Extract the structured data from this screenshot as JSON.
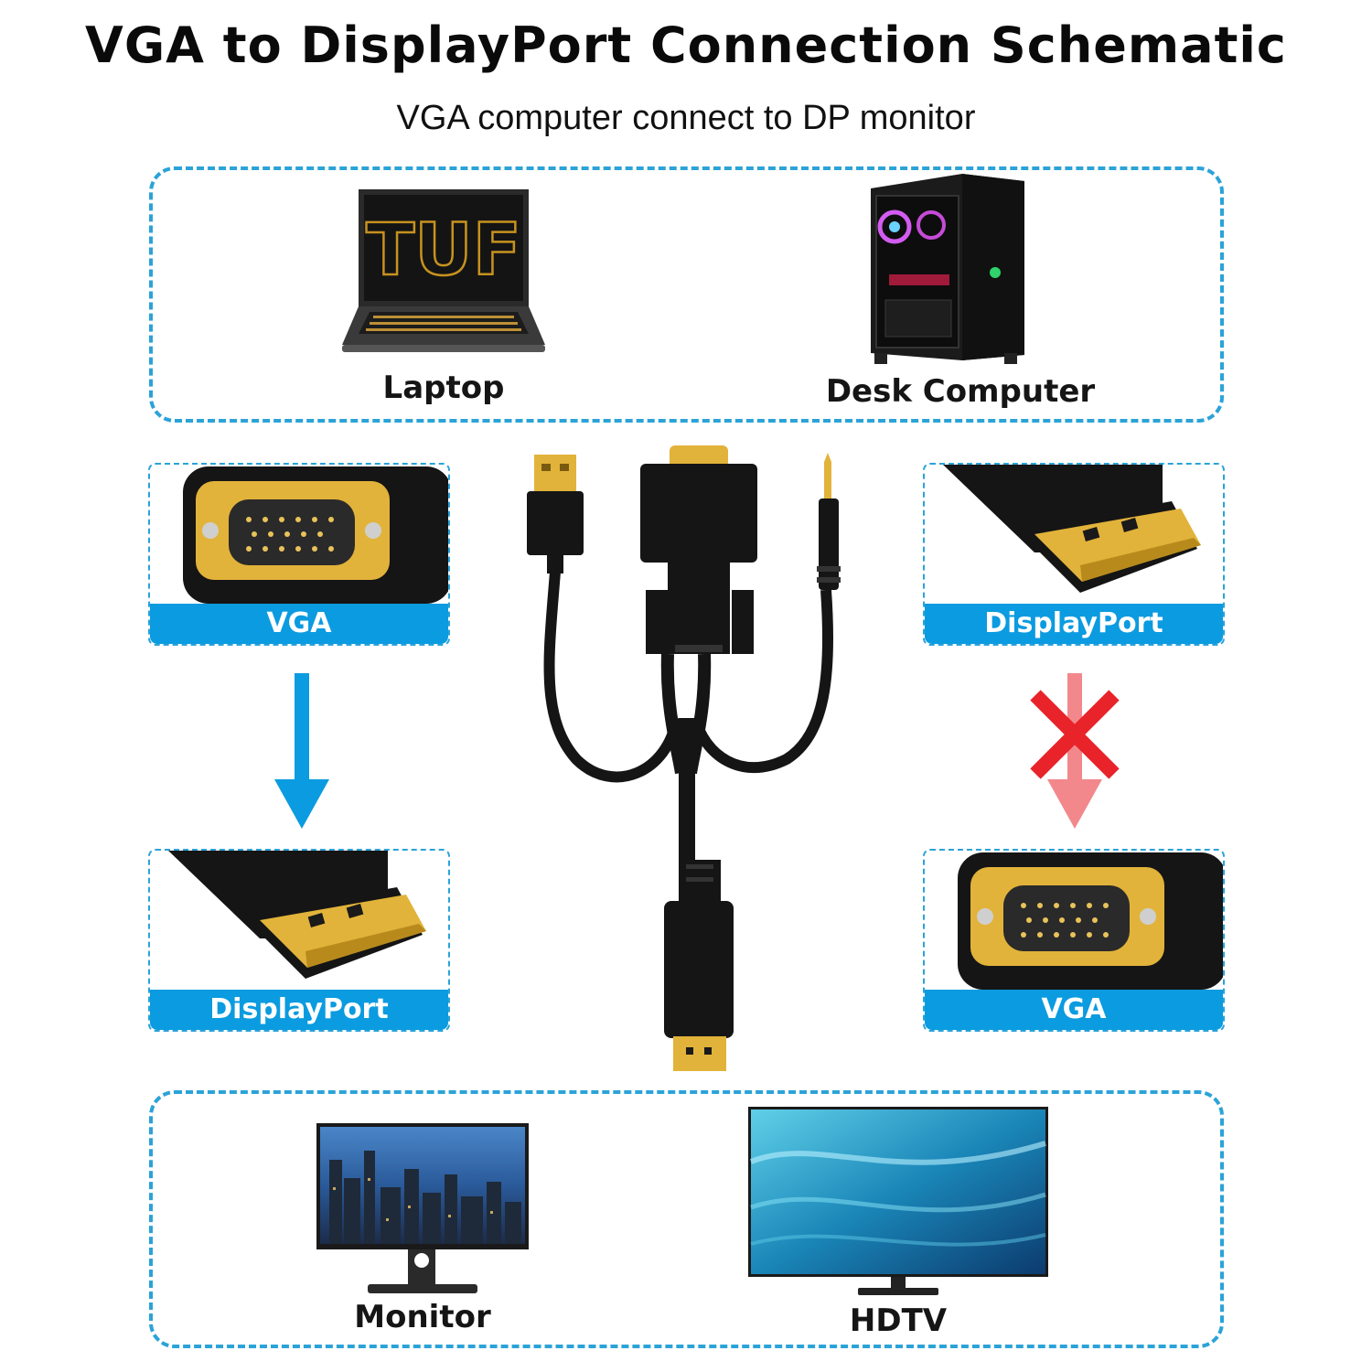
{
  "header": {
    "title": "VGA to DisplayPort Connection Schematic",
    "subtitle": "VGA computer connect to DP monitor"
  },
  "sources": {
    "laptop_label": "Laptop",
    "desktop_label": "Desk Computer"
  },
  "connectors": {
    "top_left_label": "VGA",
    "top_right_label": "DisplayPort",
    "bottom_left_label": "DisplayPort",
    "bottom_right_label": "VGA"
  },
  "flows": {
    "left_arrow_icon": "arrow-down-icon",
    "right_arrow_icon": "arrow-down-crossed-icon"
  },
  "displays": {
    "monitor_label": "Monitor",
    "hdtv_label": "HDTV"
  },
  "colors": {
    "accent_blue": "#0b9be0",
    "dash_blue": "#2ba3d8",
    "cross_red": "#e8232a",
    "gold": "#e6b62a"
  }
}
